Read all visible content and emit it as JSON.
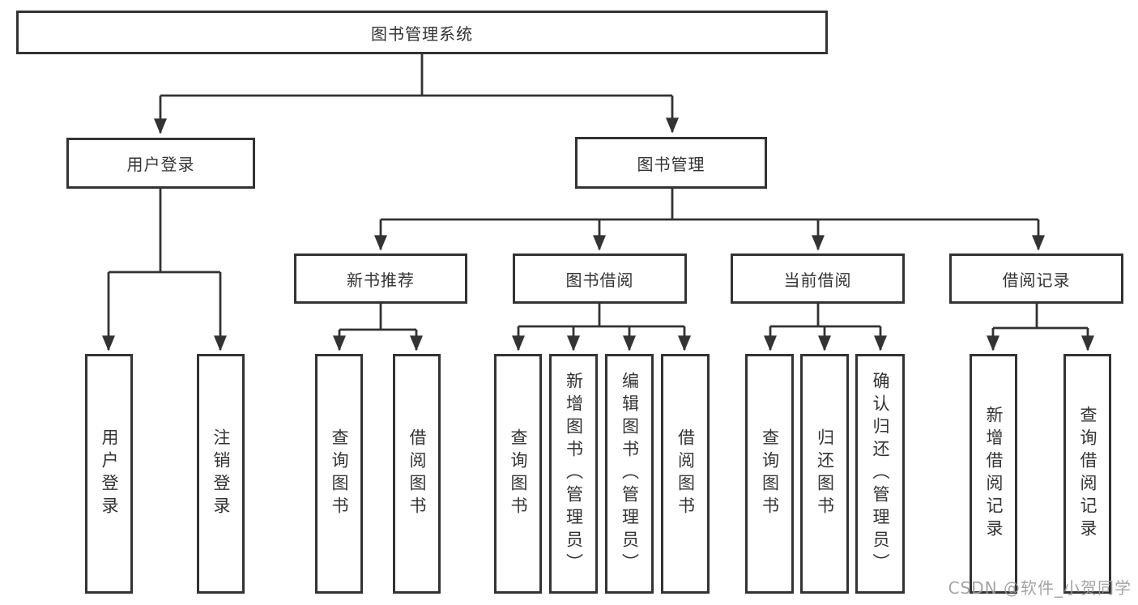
{
  "tree": {
    "label": "图书管理系统",
    "children": [
      {
        "label": "用户登录",
        "children": [
          {
            "label": "用户登录"
          },
          {
            "label": "注销登录"
          }
        ]
      },
      {
        "label": "图书管理",
        "children": [
          {
            "label": "新书推荐",
            "children": [
              {
                "label": "查询图书"
              },
              {
                "label": "借阅图书"
              }
            ]
          },
          {
            "label": "图书借阅",
            "children": [
              {
                "label": "查询图书"
              },
              {
                "label": "新增图书（管理员）"
              },
              {
                "label": "编辑图书（管理员）"
              },
              {
                "label": "借阅图书"
              }
            ]
          },
          {
            "label": "当前借阅",
            "children": [
              {
                "label": "查询图书"
              },
              {
                "label": "归还图书"
              },
              {
                "label": "确认归还（管理员）"
              }
            ]
          },
          {
            "label": "借阅记录",
            "children": [
              {
                "label": "新增借阅记录"
              },
              {
                "label": "查询借阅记录"
              }
            ]
          }
        ]
      }
    ]
  },
  "watermark": "CSDN @软件_小贺同学",
  "colors": {
    "line": "#333333",
    "text": "#333333",
    "watermark": "#9b9b9f",
    "background": "#ffffff"
  }
}
